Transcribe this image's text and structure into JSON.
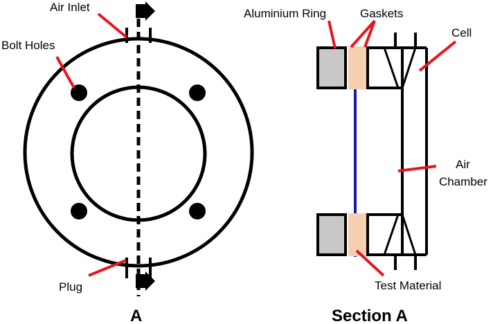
{
  "labels": {
    "air_inlet": "Air Inlet",
    "bolt_holes": "Bolt Holes",
    "plug": "Plug",
    "aluminium_ring": "Aluminium Ring",
    "gaskets": "Gaskets",
    "cell": "Cell",
    "air_chamber_line1": "Air",
    "air_chamber_line2": "Chamber",
    "test_material": "Test Material"
  },
  "captions": {
    "front_view": "A",
    "section_view": "Section A"
  },
  "colors": {
    "outline": "#000000",
    "leader": "#e8141c",
    "ring_fill": "#c8c8c8",
    "gasket_fill": "#f5cfb0",
    "test_material": "#1a1aa8"
  }
}
